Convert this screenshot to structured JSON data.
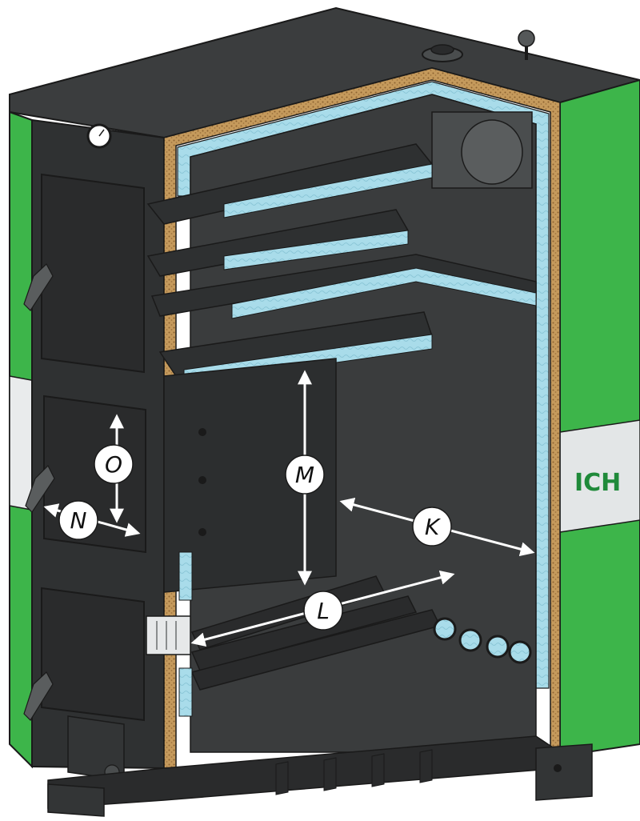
{
  "diagram": {
    "brand_plate": "ICH",
    "dimension_labels": {
      "K": "K",
      "L": "L",
      "M": "M",
      "N": "N",
      "O": "O"
    },
    "colors": {
      "body": "#3a3c3d",
      "body_dark": "#2b2c2d",
      "body_light": "#505354",
      "green_panel": "#3db54a",
      "insulation_blue": "#a6dbe8",
      "fiber_brown": "#b98a4e",
      "plate": "#e9ebec"
    }
  }
}
